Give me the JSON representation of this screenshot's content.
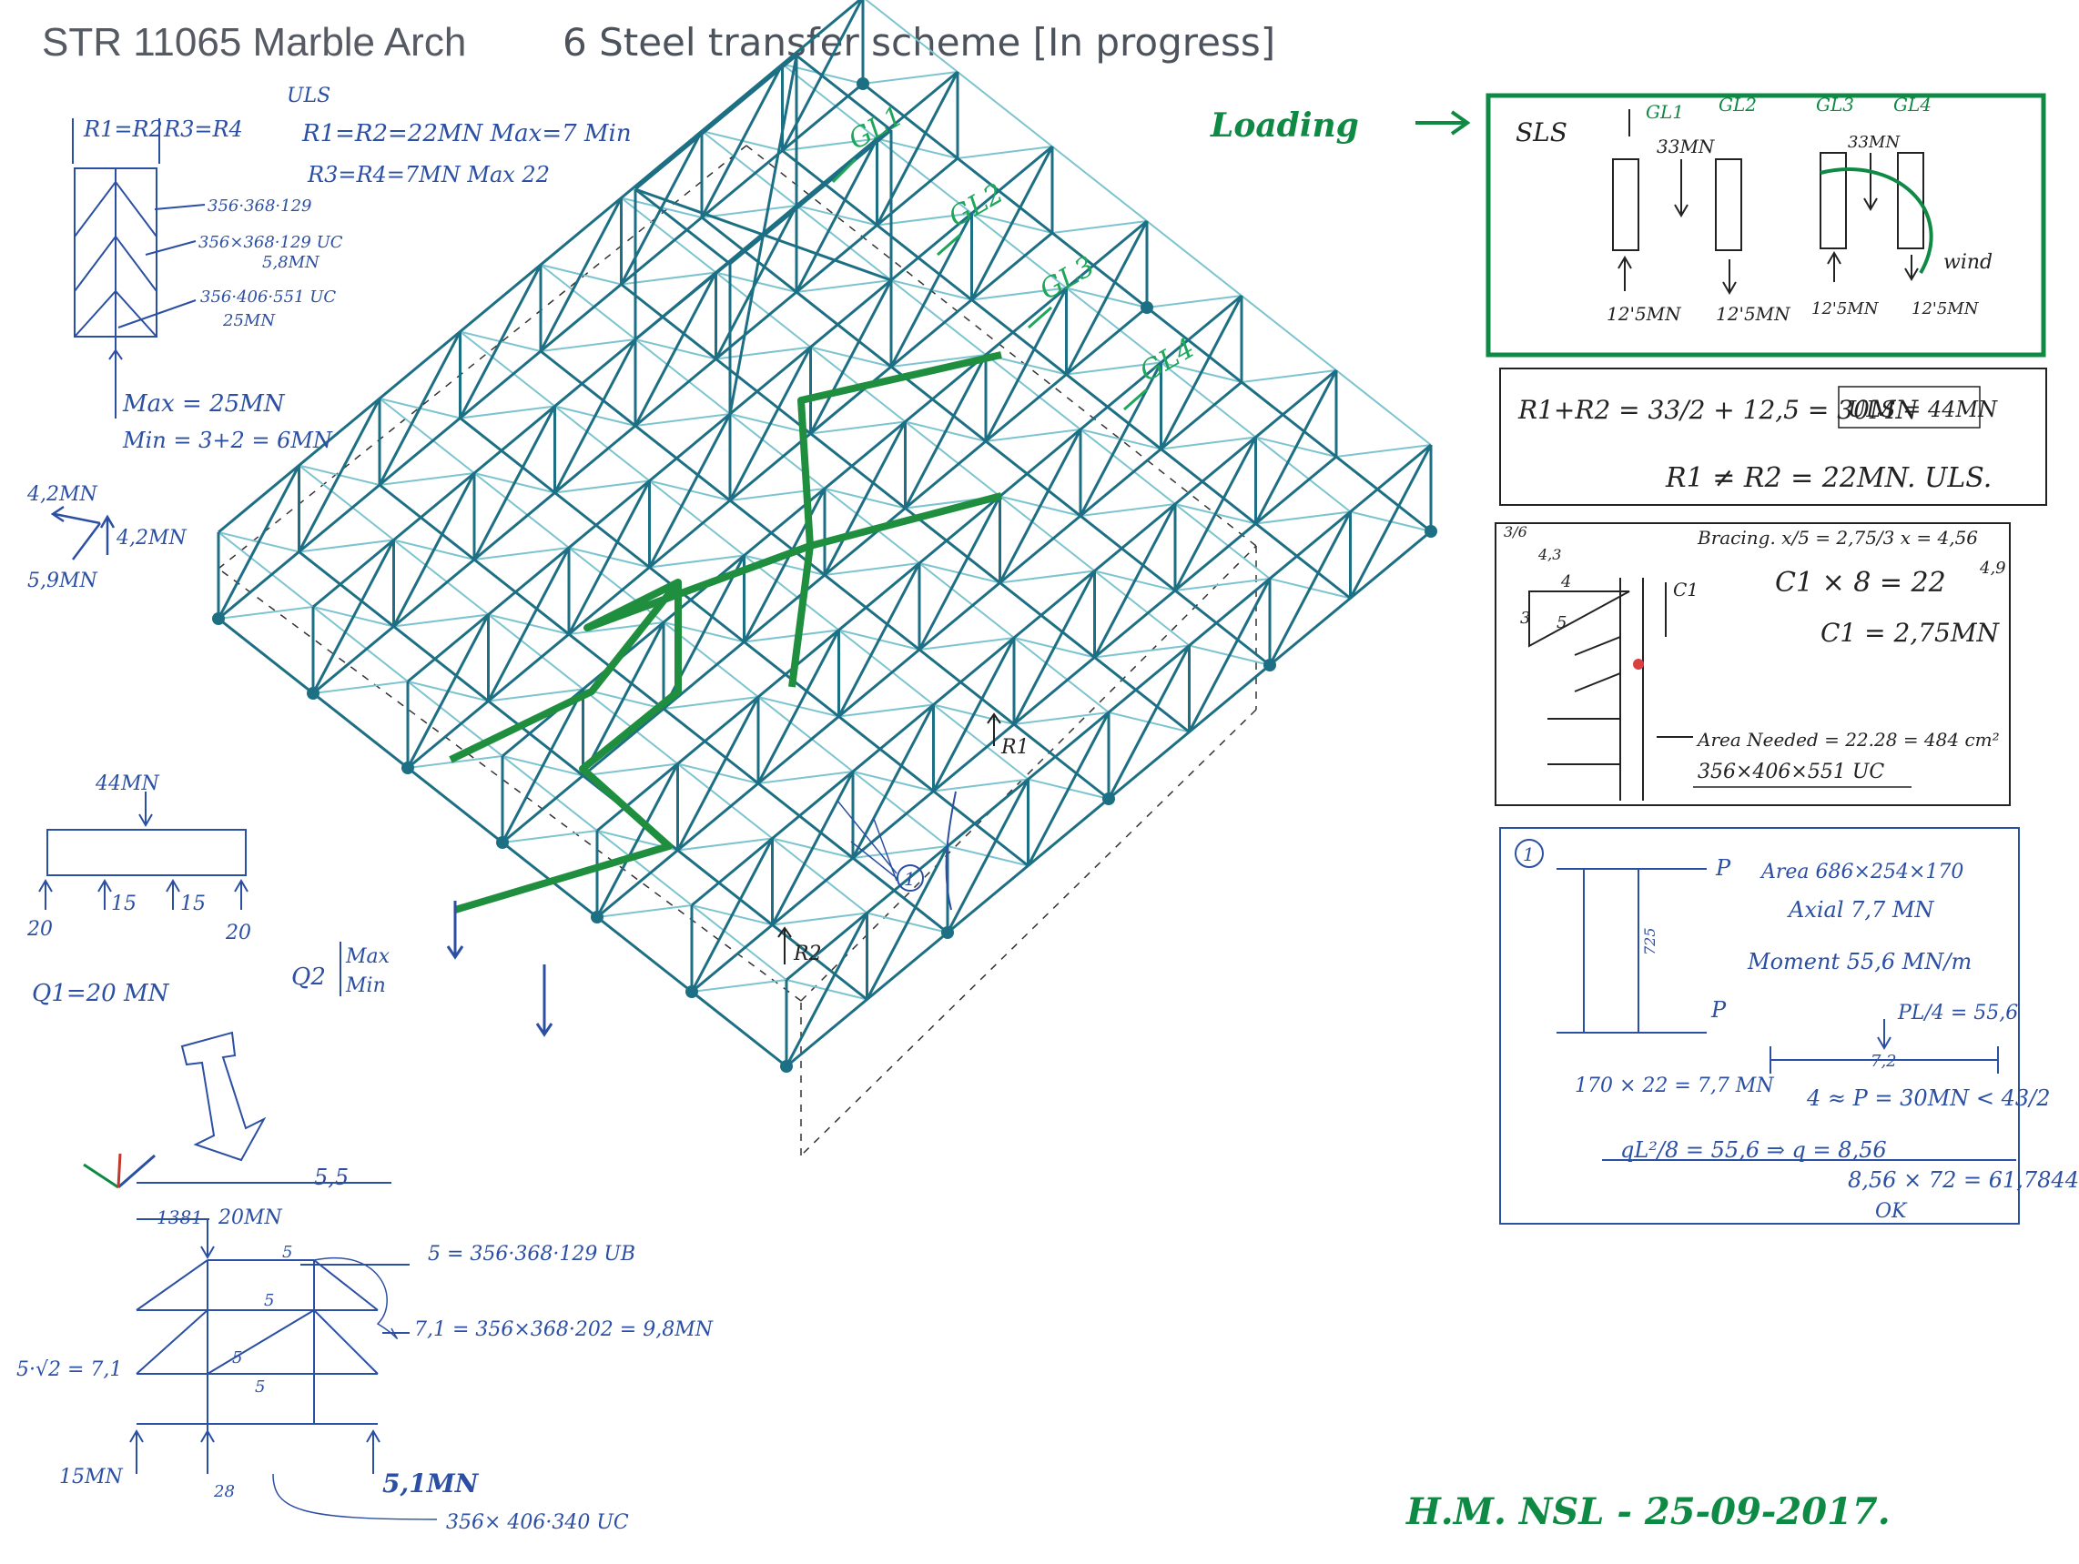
{
  "header": {
    "project": "STR 11065 Marble Arch",
    "scheme": "6 Steel transfer scheme [In progress]"
  },
  "colors": {
    "ink_blue": "#2b4fa3",
    "ink_green": "#0e8a45",
    "truss_teal": "#1d6f84",
    "truss_light": "#7cc4cf",
    "highlight_green": "#1f8f3f",
    "header_grey": "#555a63"
  },
  "model": {
    "gridlines": [
      "GL1",
      "GL2",
      "GL3",
      "GL4"
    ],
    "reaction_labels": [
      "R1",
      "R2"
    ],
    "callout_marker": "1"
  },
  "notes_left": {
    "r12": "R1=R2",
    "r34": "R3=R4",
    "uls": "ULS",
    "uls_r12": "R1=R2=22MN  Max=7 Min",
    "uls_r34": "R3=R4=7MN  Max 22",
    "sec_a": "356·368·129",
    "sec_b": "356×368·129 UC",
    "sec_b2": "5,8MN",
    "sec_c": "356·406·551 UC",
    "sec_c2": "25MN",
    "max": "Max = 25MN",
    "min": "Min = 3+2 = 6MN",
    "f1": "4,2MN",
    "f2": "4,2MN",
    "f3": "5,9MN",
    "beam_load": "44MN",
    "beam_r1": "20",
    "beam_r2": "15",
    "beam_r3": "15",
    "beam_r4": "20",
    "beam_b1": "20",
    "beam_b2": "20",
    "q1": "Q1=20 MN",
    "q2": "Q2",
    "q2_max": "Max",
    "q2_min": "Min",
    "dim_55": "5,5",
    "dim_1381": "1381",
    "load_20": "20MN",
    "n5a": "5",
    "n5b": "5",
    "n5c": "5",
    "n5d": "5",
    "lbl_s": "5 = 356·368·129 UB",
    "lbl_71": "7,1 = 356×368·202 = 9,8MN",
    "lbl_diag": "5·√2 = 7,1",
    "r_15": "15MN",
    "r_mid": "28",
    "r_51": "5,1MN",
    "base": "356× 406·340 UC"
  },
  "notes_right": {
    "loading": "Loading",
    "sls": "SLS",
    "gl1": "GL1",
    "gl2": "GL2",
    "gl3": "GL3",
    "gl4": "GL4",
    "l33a": "33MN",
    "l33b": "33MN",
    "wind": "wind",
    "r1": "12'5MN",
    "r2": "12'5MN",
    "r3": "12'5MN",
    "r4": "12'5MN",
    "eq1": "R1+R2 = 33/2 + 12,5 = 30MN",
    "uls44": "ULS = 44MN",
    "eq2": "R1 ≠ R2 = 22MN. ULS.",
    "bracing": "Bracing.  x/5 = 2,75/3   x = 4,56",
    "br_val": "4,9",
    "c1a": "C1 × 8 = 22",
    "c1b": "C1 = 2,75MN",
    "tri3": "3",
    "tri4": "4",
    "tri5": "5",
    "tri_top": "3/6",
    "tri_top2": "4,3",
    "c1lbl": "C1",
    "area": "Area Needed = 22.28 = 484 cm²",
    "sect": "356×406×551 UC",
    "ref": "1",
    "p_top": "P",
    "p_bot": "P",
    "areas": "Area 686×254×170",
    "axial": "Axial 7,7 MN",
    "moment": "Moment 55,6 MN/m",
    "dim725": "725",
    "pl4": "PL/4 = 55,6",
    "len72": "7,2",
    "calc1": "170 × 22 = 7,7 MN",
    "calc2": "4 ≈ P = 30MN < 43/2",
    "calc3": "qL²/8 = 55,6 ⇒ q = 8,56",
    "calc4": "8,56 × 72 = 61,7844",
    "ok": "OK"
  },
  "signature": "H.M. NSL - 25-09-2017."
}
